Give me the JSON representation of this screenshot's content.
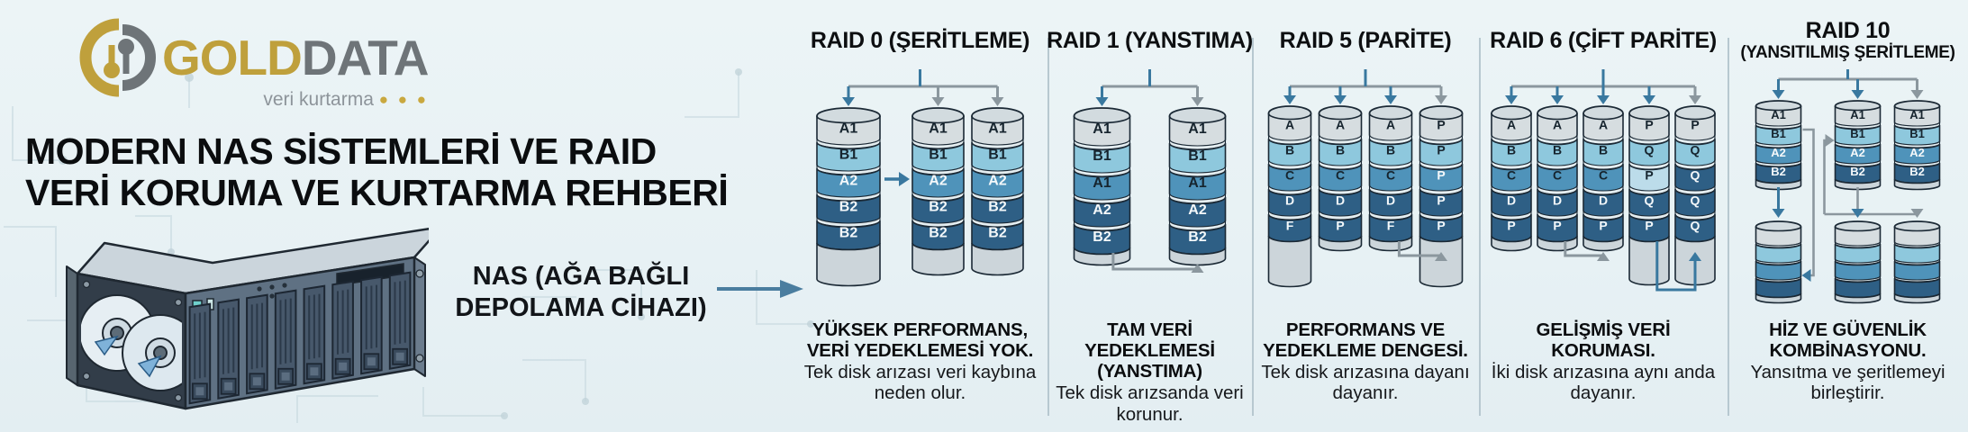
{
  "brand": {
    "name_gold": "GOLD",
    "name_gray": "DATA",
    "tagline": "veri kurtarma",
    "dots": "● ● ●",
    "gold_color": "#bfa03c",
    "gray_color": "#6e7478"
  },
  "header": {
    "title_line1": "MODERN NAS SİSTEMLERİ VE RAID",
    "title_line2": "VERİ KORUMA VE KURTARMA REHBERİ"
  },
  "nas": {
    "label_line1": "NAS (AĞA BAĞLI",
    "label_line2": "DEPOLAMA CİHAZI)"
  },
  "palette": {
    "background": "#e9f2f5",
    "outline": "#1b2935",
    "cap": "#d2dbdf",
    "bottom_gray": "#ccd5da",
    "separator": "#e4edf0",
    "t0": "#d6dde0",
    "t1": "#8ec8dd",
    "t1b": "#bcdcea",
    "t2": "#4f93ba",
    "t2d": "#4f93ba",
    "t3": "#2e5f85",
    "dark_text": "#16242e",
    "light_text": "#f4f8fa",
    "arrow_blue": "#39789f",
    "arrow_gray": "#8b979e",
    "nas_arrow": "#4a7d9f"
  },
  "raid_columns": [
    {
      "id": "raid0",
      "title": "RAID 0 (ŞERİTLEME)",
      "desc_bold": "YÜKSEK PERFORMANS, VERİ YEDEKLEMESİ YOK.",
      "desc_text": "Tek disk arızası veri kaybına neden olur.",
      "arrows": [
        "blue",
        "gray",
        "gray"
      ],
      "mid_arrow": true,
      "disks": [
        {
          "labels": [
            "A1",
            "B1",
            "A2",
            "B2",
            "B2"
          ],
          "tones": [
            "t0",
            "t1",
            "t2",
            "t3",
            "t3"
          ]
        },
        {
          "labels": [
            "A1",
            "B1",
            "A2",
            "B2",
            "B2"
          ],
          "tones": [
            "t0",
            "t1",
            "t2",
            "t3",
            "t3"
          ]
        },
        {
          "labels": [
            "A1",
            "B1",
            "A2",
            "B2",
            "B2"
          ],
          "tones": [
            "t0",
            "t1",
            "t2",
            "t3",
            "t3"
          ]
        }
      ],
      "connectors": []
    },
    {
      "id": "raid1",
      "title": "RAID 1 (YANSTIMA)",
      "desc_bold": "TAM VERİ YEDEKLEMESİ (YANSTIMA)",
      "desc_text": "Tek disk arızsanda veri korunur.",
      "arrows": [
        "blue",
        "gray"
      ],
      "mid_arrow": false,
      "disks": [
        {
          "labels": [
            "A1",
            "B1",
            "A1",
            "A2",
            "B2"
          ],
          "tones": [
            "t0",
            "t1",
            "t2d",
            "t3",
            "t3"
          ]
        },
        {
          "labels": [
            "A1",
            "B1",
            "A1",
            "A2",
            "B2"
          ],
          "tones": [
            "t0",
            "t1",
            "t2d",
            "t3",
            "t3"
          ]
        }
      ],
      "connectors": [
        {
          "from": 0,
          "to": 1,
          "color": "gray"
        }
      ]
    },
    {
      "id": "raid5",
      "title": "RAID 5 (PARİTE)",
      "desc_bold": "PERFORMANS VE YEDEKLEME DENGESİ.",
      "desc_text": "Tek disk arızasına dayanı dayanır.",
      "arrows": [
        "blue",
        "blue",
        "blue",
        "gray"
      ],
      "mid_arrow": false,
      "disks": [
        {
          "labels": [
            "A",
            "B",
            "C",
            "D",
            "F"
          ],
          "tones": [
            "t0",
            "t1",
            "t2d",
            "t3",
            "t3"
          ]
        },
        {
          "labels": [
            "A",
            "B",
            "C",
            "D",
            "P"
          ],
          "tones": [
            "t0",
            "t1",
            "t2d",
            "t3",
            "t3"
          ]
        },
        {
          "labels": [
            "A",
            "B",
            "C",
            "D",
            "F"
          ],
          "tones": [
            "t0",
            "t1",
            "t2d",
            "t3",
            "t3"
          ]
        },
        {
          "labels": [
            "P",
            "P",
            "P",
            "P",
            "P"
          ],
          "tones": [
            "t0",
            "t1",
            "t2",
            "t3",
            "t3"
          ]
        }
      ],
      "connectors": [
        {
          "from": 2,
          "to": 3,
          "color": "gray"
        }
      ]
    },
    {
      "id": "raid6",
      "title": "RAID 6 (ÇİFT PARİTE)",
      "desc_bold": "GELİŞMİŞ VERİ KORUMASI.",
      "desc_text": "İki disk arızasına aynı anda dayanır.",
      "arrows": [
        "blue",
        "blue",
        "blue",
        "blue",
        "gray"
      ],
      "mid_arrow": false,
      "disks": [
        {
          "labels": [
            "A",
            "B",
            "C",
            "D",
            "P"
          ],
          "tones": [
            "t0",
            "t1",
            "t2d",
            "t3",
            "t3"
          ]
        },
        {
          "labels": [
            "A",
            "B",
            "C",
            "D",
            "P"
          ],
          "tones": [
            "t0",
            "t1",
            "t2d",
            "t3",
            "t3"
          ]
        },
        {
          "labels": [
            "A",
            "B",
            "C",
            "D",
            "P"
          ],
          "tones": [
            "t0",
            "t1",
            "t2d",
            "t3",
            "t3"
          ]
        },
        {
          "labels": [
            "P",
            "Q",
            "P",
            "Q",
            "P"
          ],
          "tones": [
            "t0",
            "t1",
            "t1b",
            "t3",
            "t3"
          ]
        },
        {
          "labels": [
            "P",
            "Q",
            "Q",
            "Q",
            "Q"
          ],
          "tones": [
            "t0",
            "t1",
            "t3",
            "t3",
            "t3"
          ]
        }
      ],
      "connectors": [
        {
          "from": 1,
          "to": 2,
          "color": "gray"
        },
        {
          "from": 3,
          "to": 4,
          "color": "blue"
        }
      ]
    },
    {
      "id": "raid10",
      "title": "RAID 10",
      "subtitle": "(YANSITILMIŞ ŞERİTLEME)",
      "desc_bold": "HİZ VE GÜVENLİK KOMBİNASYONU.",
      "desc_text": "Yansıtma ve şeritlemeyi birleştirir.",
      "arrows": [
        "blue",
        "blue",
        "gray"
      ],
      "mid_arrow": false,
      "disks_top": [
        {
          "labels": [
            "A1",
            "B1",
            "A2",
            "B2"
          ],
          "tones": [
            "t0",
            "t1",
            "t2",
            "t3"
          ]
        },
        {
          "labels": [
            "A1",
            "B1",
            "A2",
            "B2"
          ],
          "tones": [
            "t0",
            "t1",
            "t2",
            "t3"
          ]
        },
        {
          "labels": [
            "A1",
            "B1",
            "A2",
            "B2"
          ],
          "tones": [
            "t0",
            "t1",
            "t2",
            "t3"
          ]
        }
      ],
      "disks_bottom": [
        {
          "labels": [],
          "tones": [
            "t0",
            "t1",
            "t2",
            "t3"
          ]
        },
        {
          "labels": [],
          "tones": [
            "t0",
            "t1",
            "t2",
            "t3"
          ]
        },
        {
          "labels": [],
          "tones": [
            "t0",
            "t1",
            "t2",
            "t3"
          ]
        }
      ]
    }
  ]
}
